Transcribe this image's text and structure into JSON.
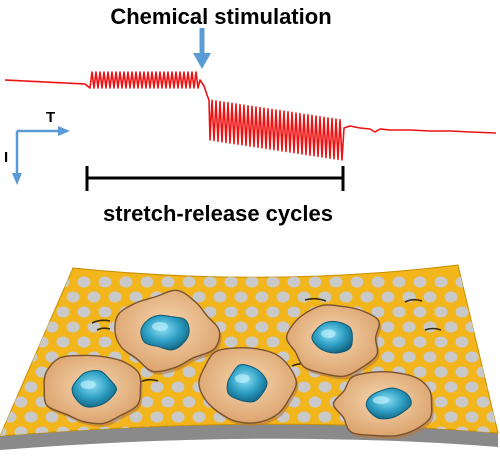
{
  "figure": {
    "title": "Chemical stimulation",
    "bracket_label": "stretch-release cycles",
    "axis_t_label": "T",
    "axis_i_label": "I"
  },
  "colors": {
    "trace": "#ee1111",
    "arrow": "#5b9bd5",
    "substrate": "#f2b51c",
    "substrate_edge": "#b08000",
    "pore": "#c9c9c9",
    "cell_body": "#e8b98a",
    "cell_edge": "#7a5230",
    "nucleus": "#2e9fc4",
    "base": "#8a8a8a"
  }
}
